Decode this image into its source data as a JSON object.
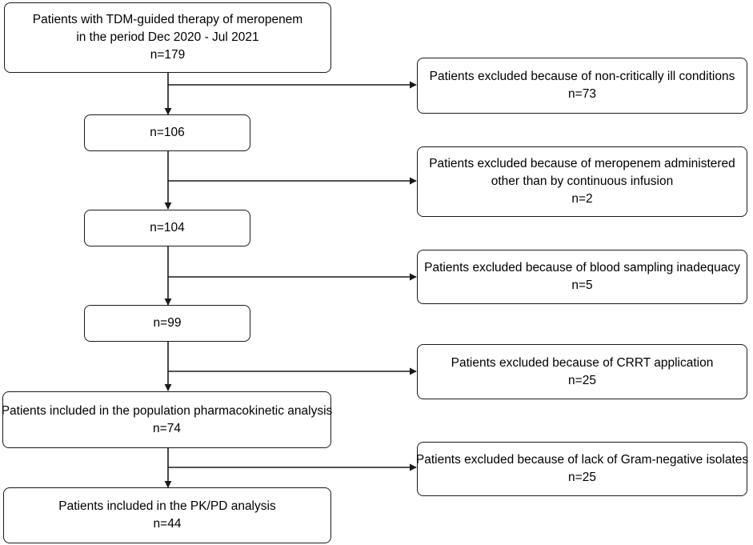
{
  "flowchart": {
    "main_boxes": [
      {
        "lines": [
          "Patients with TDM-guided therapy of meropenem",
          "in the period Dec 2020 - Jul 2021",
          "n=179"
        ]
      },
      {
        "lines": [
          "n=106"
        ]
      },
      {
        "lines": [
          "n=104"
        ]
      },
      {
        "lines": [
          "n=99"
        ]
      },
      {
        "lines": [
          "Patients included in the population pharmacokinetic analysis",
          "n=74"
        ]
      },
      {
        "lines": [
          "Patients included in the PK/PD analysis",
          "n=44"
        ]
      }
    ],
    "exclusion_boxes": [
      {
        "lines": [
          "Patients excluded because of non-critically ill conditions",
          "n=73"
        ]
      },
      {
        "lines": [
          "Patients excluded because of meropenem administered",
          "other than by continuous infusion",
          "n=2"
        ]
      },
      {
        "lines": [
          "Patients excluded because of blood sampling inadequacy",
          "n=5"
        ]
      },
      {
        "lines": [
          "Patients excluded because of CRRT application",
          "n=25"
        ]
      },
      {
        "lines": [
          "Patients excluded because of lack of Gram-negative isolates",
          "n=25"
        ]
      }
    ]
  }
}
